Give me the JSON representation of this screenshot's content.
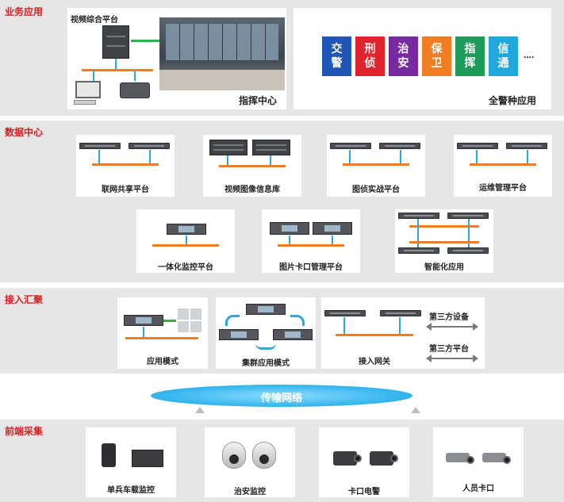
{
  "colors": {
    "section_title": "#d42020",
    "connector": "#f07c24",
    "link": "#2aa8e0",
    "cloud": "#3ab8ef"
  },
  "business": {
    "title": "业务应用",
    "video_platform_label": "视频综合平台",
    "command_center_label": "指挥中心",
    "all_police_label": "全警种应用",
    "police_tiles": [
      {
        "text": "交\n警",
        "color": "#1f56b8"
      },
      {
        "text": "刑\n侦",
        "color": "#e0242e"
      },
      {
        "text": "治\n安",
        "color": "#7a2aa0"
      },
      {
        "text": "保\n卫",
        "color": "#f07c24"
      },
      {
        "text": "指\n挥",
        "color": "#1e9c5a"
      },
      {
        "text": "信\n通",
        "color": "#1fa8dc"
      }
    ],
    "tiles_more": "...."
  },
  "datacenter": {
    "title": "数据中心",
    "platforms": [
      "联网共享平台",
      "视频图像信息库",
      "图侦实战平台",
      "运维管理平台",
      "一体化监控平台",
      "图片卡口管理平台",
      "智能化应用"
    ]
  },
  "access": {
    "title": "接入汇聚",
    "app_mode": "应用模式",
    "cluster_mode": "集群应用模式",
    "gateway": "接入网关",
    "third_device": "第三方设备",
    "third_platform": "第三方平台"
  },
  "network": {
    "label": "传输网络"
  },
  "frontend": {
    "title": "前端采集",
    "items": [
      "单兵车载监控",
      "治安监控",
      "卡口电警",
      "人员卡口"
    ]
  }
}
